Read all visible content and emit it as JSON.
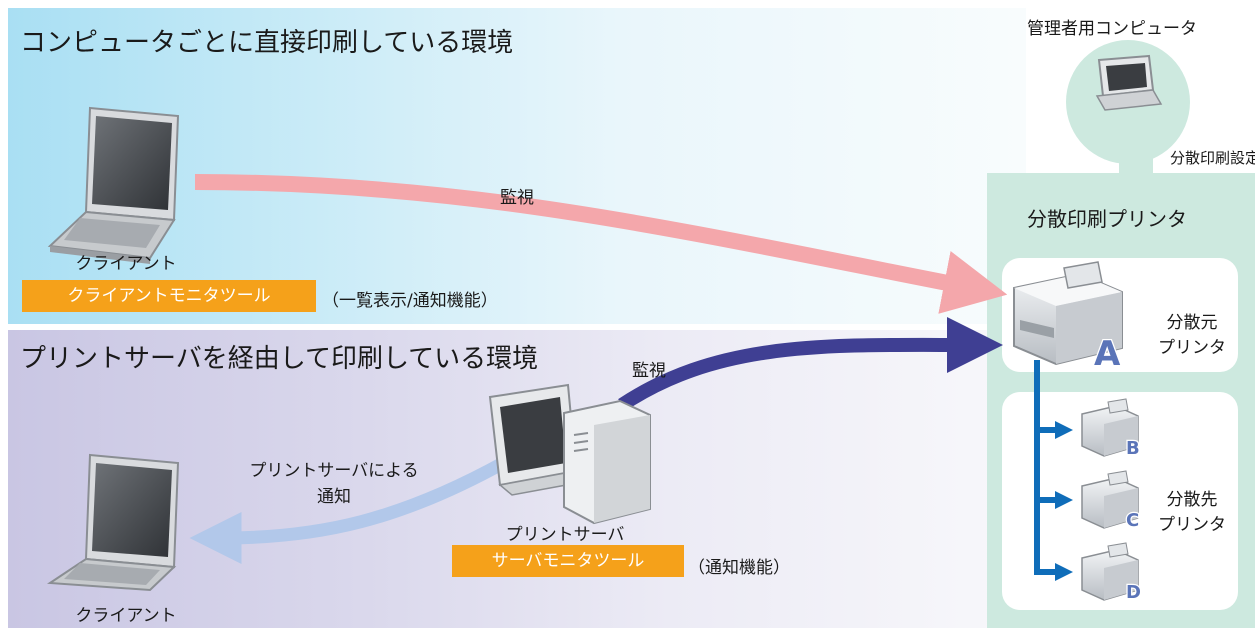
{
  "top_panel": {
    "title": "コンピュータごとに直接印刷している環境",
    "client_label": "クライアント",
    "tool_label": "クライアントモニタツール",
    "tool_note": "（一覧表示/通知機能）",
    "arrow_label": "監視"
  },
  "bottom_panel": {
    "title": "プリントサーバを経由して印刷している環境",
    "monitor_label": "監視",
    "notify_label_line1": "プリントサーバによる",
    "notify_label_line2": "通知",
    "server_label": "プリントサーバ",
    "tool_label": "サーバモニタツール",
    "tool_note": "（通知機能）",
    "client_label": "クライアント"
  },
  "right_panel": {
    "admin_label": "管理者用コンピュータ",
    "setting_label": "分散印刷設定",
    "title": "分散印刷プリンタ",
    "source_label_1": "分散元",
    "source_label_2": "プリンタ",
    "dest_label_1": "分散先",
    "dest_label_2": "プリンタ",
    "printer_letters": [
      "A",
      "B",
      "C",
      "D"
    ]
  },
  "colors": {
    "top_bg": "#a9dff3",
    "bottom_bg": "#c9c6e3",
    "right_bg": "#cde9df",
    "tool_orange": "#f5a11a",
    "arrow_pink": "#f4a7ab",
    "arrow_navy": "#3f3f93",
    "arrow_lightblue": "#b2c8ea",
    "flow_blue": "#0f6db9"
  }
}
